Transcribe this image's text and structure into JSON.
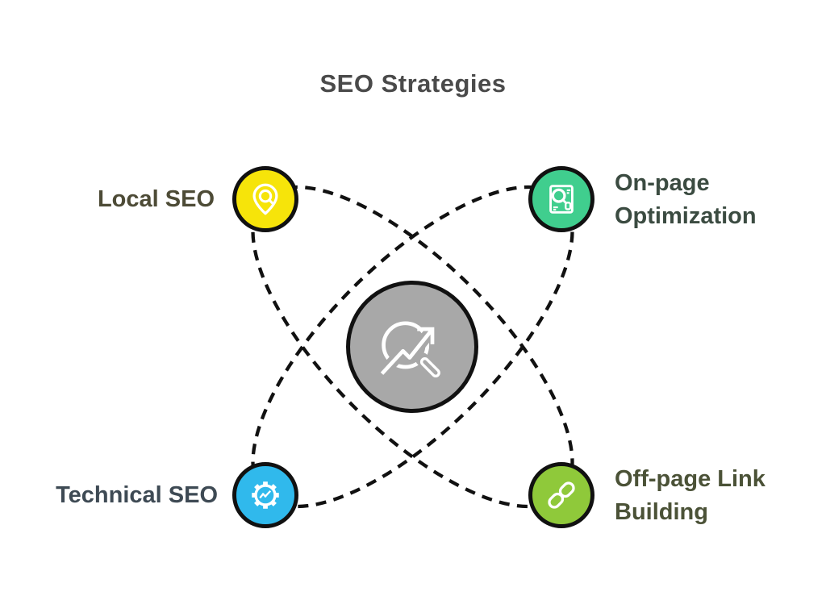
{
  "title": {
    "text": "SEO Strategies",
    "color": "#4a4a4a"
  },
  "orbits": {
    "dash_color": "#111111"
  },
  "center": {
    "icon": "search-trend-icon",
    "fill": "#a8a8a8",
    "border_color": "#111111"
  },
  "nodes": [
    {
      "id": "local-seo",
      "position": "top-left",
      "lines": [
        "Local SEO"
      ],
      "icon": "location-search-icon",
      "fill": "#f6e40a",
      "label_color": "#4d4b36"
    },
    {
      "id": "on-page-optimization",
      "position": "top-right",
      "lines": [
        "On-page",
        "Optimization"
      ],
      "icon": "page-search-icon",
      "fill": "#40ce8e",
      "label_color": "#3b4b41"
    },
    {
      "id": "technical-seo",
      "position": "bottom-left",
      "lines": [
        "Technical SEO"
      ],
      "icon": "gear-analytics-icon",
      "fill": "#30b9ec",
      "label_color": "#3e4a54"
    },
    {
      "id": "off-page-link-building",
      "position": "bottom-right",
      "lines": [
        "Off-page Link",
        "Building"
      ],
      "icon": "link-icon",
      "fill": "#8fc93a",
      "label_color": "#4b5237"
    }
  ]
}
